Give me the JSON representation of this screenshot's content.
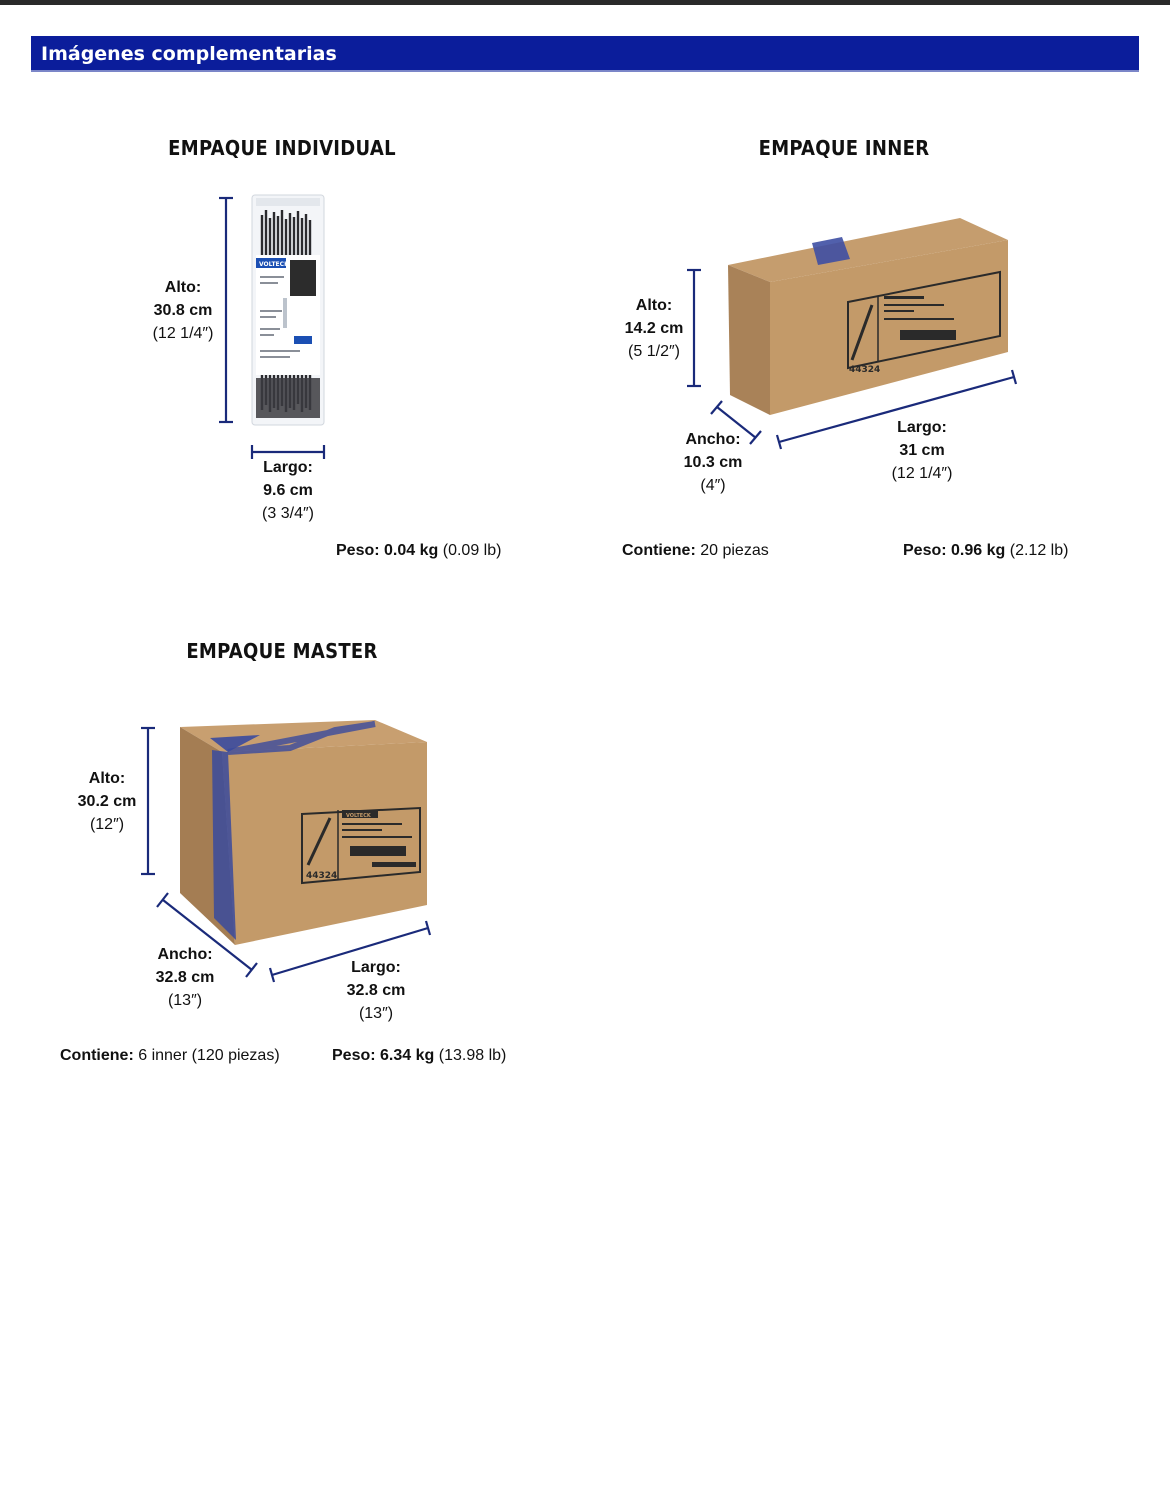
{
  "header": {
    "title": "Imágenes complementarias"
  },
  "colors": {
    "header_bg": "#0b1d9b",
    "dimension_line": "#1a2a7a",
    "cardboard": "#c39a69"
  },
  "individual": {
    "title": "EMPAQUE INDIVIDUAL",
    "alto": {
      "label": "Alto:",
      "value": "30.8 cm",
      "imperial": "(12 1/4″)"
    },
    "largo": {
      "label": "Largo:",
      "value": "9.6 cm",
      "imperial": "(3 3/4″)"
    },
    "peso": {
      "label": "Peso:",
      "value": "0.04 kg",
      "imperial": "(0.09 lb)"
    },
    "bag_brand": "VOLTECK"
  },
  "inner": {
    "title": "EMPAQUE INNER",
    "alto": {
      "label": "Alto:",
      "value": "14.2 cm",
      "imperial": "(5 1/2″)"
    },
    "ancho": {
      "label": "Ancho:",
      "value": "10.3 cm",
      "imperial": "(4″)"
    },
    "largo": {
      "label": "Largo:",
      "value": "31 cm",
      "imperial": "(12 1/4″)"
    },
    "contiene": {
      "label": "Contiene:",
      "value": "20 piezas"
    },
    "peso": {
      "label": "Peso:",
      "value": "0.96 kg",
      "imperial": "(2.12 lb)"
    },
    "box_code": "44324"
  },
  "master": {
    "title": "EMPAQUE MASTER",
    "alto": {
      "label": "Alto:",
      "value": "30.2 cm",
      "imperial": "(12″)"
    },
    "ancho": {
      "label": "Ancho:",
      "value": "32.8 cm",
      "imperial": "(13″)"
    },
    "largo": {
      "label": "Largo:",
      "value": "32.8 cm",
      "imperial": "(13″)"
    },
    "contiene": {
      "label": "Contiene:",
      "value": "6 inner (120 piezas)"
    },
    "peso": {
      "label": "Peso:",
      "value": "6.34 kg",
      "imperial": "(13.98 lb)"
    },
    "box_code": "44324",
    "box_brand": "VOLTECK"
  }
}
